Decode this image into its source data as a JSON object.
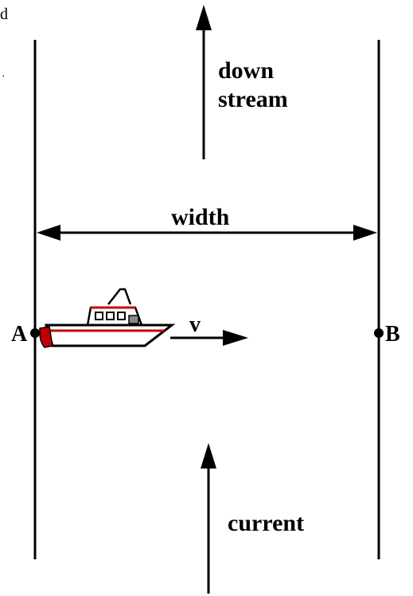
{
  "labels": {
    "downstream_line1": "down",
    "downstream_line2": "stream",
    "width": "width",
    "velocity": "v",
    "current": "current",
    "point_a": "A",
    "point_b": "B",
    "edge_fragment": "d"
  },
  "colors": {
    "ink": "#000000",
    "boat_stripe": "#cc0000",
    "boat_fill": "#ffffff",
    "boat_window": "#888888",
    "boat_accent": "#c00000"
  },
  "icons": {
    "boat": "motorboat-icon"
  }
}
